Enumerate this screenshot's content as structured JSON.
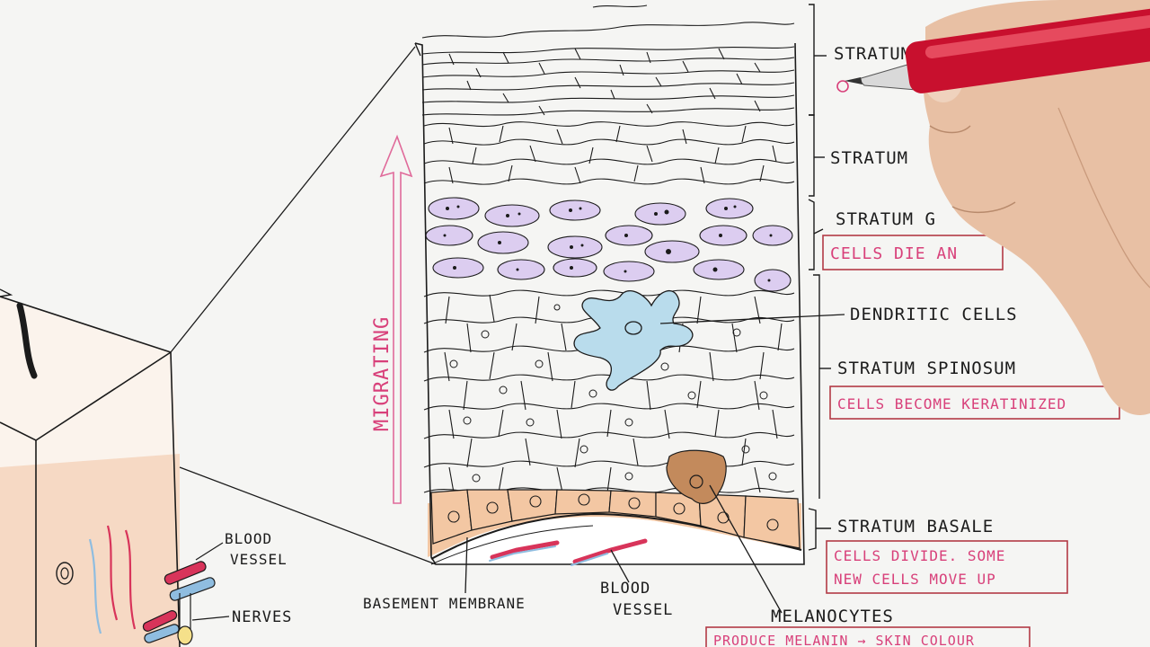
{
  "labels": {
    "stratum_corneum": "STRATUM",
    "stratum_lucidum": "STRATUM",
    "stratum_granulosum": "STRATUM G",
    "granulosum_note": "CELLS DIE AN",
    "dendritic_cells": "DENDRITIC CELLS",
    "stratum_spinosum": "STRATUM SPINOSUM",
    "spinosum_note": "CELLS BECOME KERATINIZED",
    "stratum_basale": "STRATUM BASALE",
    "basale_note_1": "CELLS DIVIDE. SOME",
    "basale_note_2": "NEW CELLS MOVE UP",
    "melanocytes": "MELANOCYTES",
    "melanocytes_note": "PRODUCE MELANIN → SKIN COLOUR",
    "basement_membrane": "BASEMENT MEMBRANE",
    "blood_vessel_lower_1": "BLOOD",
    "blood_vessel_lower_2": "VESSEL",
    "blood_vessel_left_1": "BLOOD",
    "blood_vessel_left_2": "VESSEL",
    "nerves": "NERVES",
    "migrating": "MIGRATING"
  },
  "colors": {
    "ink": "#1b1b1b",
    "pink_text": "#d8407a",
    "box_border": "#b23a45",
    "granular_cells": "#dccdf0",
    "dendritic_fill": "#b9dcec",
    "basal_fill": "#f3c7a3",
    "melanocyte_fill": "#c38a5c",
    "vessel_red": "#d8345a",
    "vessel_blue": "#8fbde0",
    "skin_block": "#f6d9c4",
    "pen_red": "#c8102e"
  }
}
